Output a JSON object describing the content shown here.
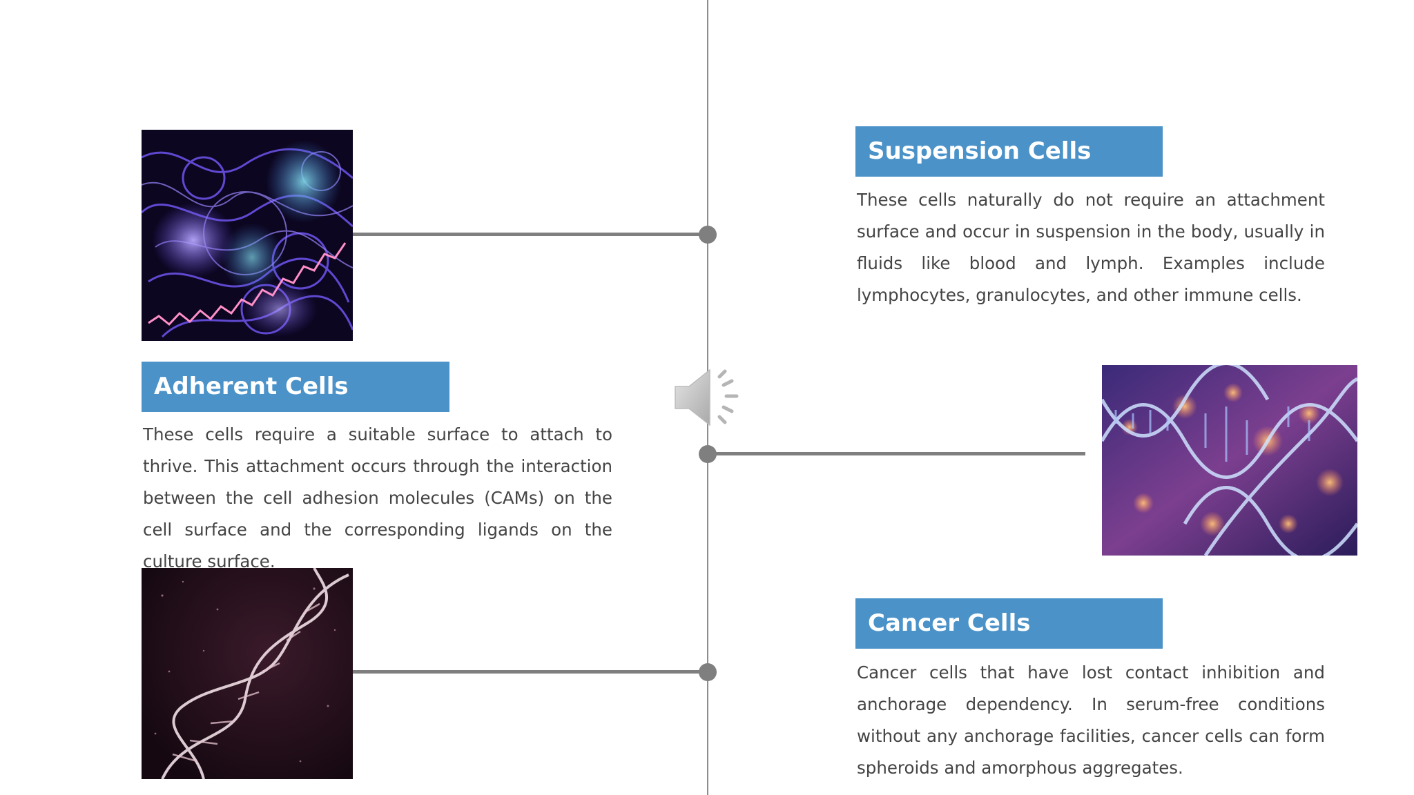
{
  "items": {
    "suspension": {
      "title": "Suspension Cells",
      "text": "These cells naturally do not require an attachment surface and occur in suspension in the body, usually in fluids like blood and lymph. Examples include lymphocytes, granulocytes, and other immune cells."
    },
    "adherent": {
      "title": "Adherent Cells",
      "text": "These cells require a suitable surface to attach to thrive. This attachment occurs through the interaction between the cell adhesion molecules (CAMs) on the cell surface and the corresponding ligands on the culture surface."
    },
    "cancer": {
      "title": "Cancer Cells",
      "text": "Cancer cells that have lost contact inhibition and anchorage dependency. In serum-free conditions without any anchorage facilities, cancer cells can form spheroids and amorphous aggregates."
    }
  },
  "images": {
    "protein": "protein-structure-image",
    "dna_purple": "dna-helix-image",
    "dna_dark": "dna-particles-image"
  },
  "icons": {
    "speaker": "speaker-icon"
  },
  "colors": {
    "title_bar": "#4a92c8",
    "title_text": "#ffffff",
    "body_text": "#444444",
    "timeline": "#7f7f7f"
  }
}
